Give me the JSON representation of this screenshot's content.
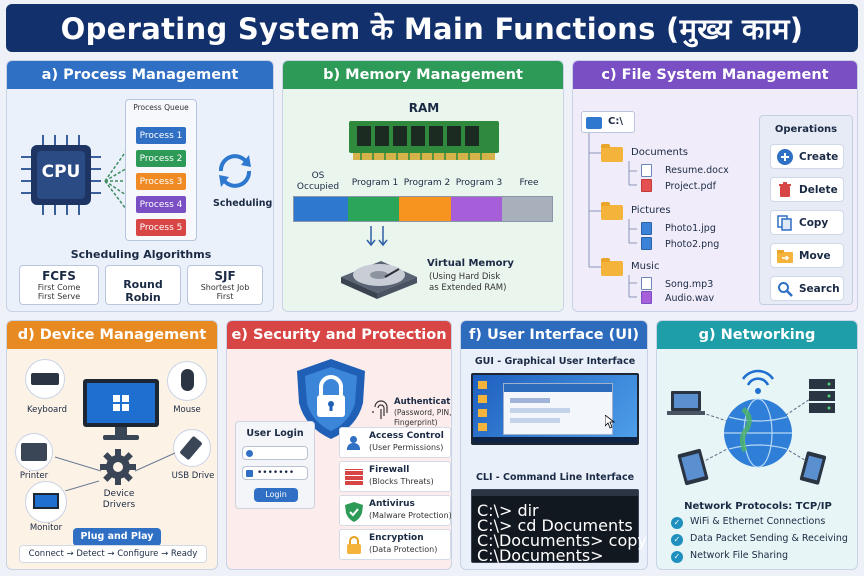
{
  "title": "Operating System के Main Functions (मुख्य काम)",
  "colors": {
    "banner": "#12306b",
    "process": "#2f6fc4",
    "memory": "#2e9a58",
    "filesystem": "#7a4fc4",
    "device": "#e88a22",
    "security": "#d74545",
    "ui": "#2d6bbd",
    "network": "#1e9ea8"
  },
  "process": {
    "title": "a) Process Management",
    "cpu": "CPU",
    "queue_label": "Process Queue",
    "queue": [
      "Process 1",
      "Process 2",
      "Process 3",
      "Process 4",
      "Process 5"
    ],
    "queue_colors": [
      "#2f6fc4",
      "#2e9a58",
      "#f08a24",
      "#7a4fc4",
      "#d74545"
    ],
    "scheduling": "Scheduling",
    "algos_title": "Scheduling Algorithms",
    "algos": [
      {
        "name": "FCFS",
        "desc1": "First Come",
        "desc2": "First Serve"
      },
      {
        "name": "Round Robin",
        "desc1": "",
        "desc2": ""
      },
      {
        "name": "SJF",
        "desc1": "Shortest Job",
        "desc2": "First"
      }
    ]
  },
  "memory": {
    "title": "b) Memory Management",
    "ram": "RAM",
    "os_label": "OS Occupied",
    "segments": [
      {
        "label": "Program 1",
        "color": "#2ba55a"
      },
      {
        "label": "Program 2",
        "color": "#f79420"
      },
      {
        "label": "Program 3",
        "color": "#a65fd8"
      },
      {
        "label": "Free",
        "color": "#a8b0bb"
      }
    ],
    "os_color": "#2f78d0",
    "vm_title": "Virtual Memory",
    "vm_sub1": "(Using Hard Disk",
    "vm_sub2": "as Extended RAM)"
  },
  "filesystem": {
    "title": "c) File System Management",
    "root": "C:\\",
    "folders": [
      {
        "name": "Documents",
        "files": [
          "Resume.docx",
          "Project.pdf"
        ]
      },
      {
        "name": "Pictures",
        "files": [
          "Photo1.jpg",
          "Photo2.png"
        ]
      },
      {
        "name": "Music",
        "files": [
          "Song.mp3",
          "Audio.wav"
        ]
      }
    ],
    "ops_title": "Operations",
    "ops": [
      "Create",
      "Delete",
      "Copy",
      "Move",
      "Search"
    ]
  },
  "device": {
    "title": "d) Device Management",
    "keyboard": "Keyboard",
    "mouse": "Mouse",
    "printer": "Printer",
    "usb": "USB Drive",
    "monitor": "Monitor",
    "drivers1": "Device",
    "drivers2": "Drivers",
    "pnp": "Plug and Play",
    "pnp_steps": "Connect → Detect → Configure → Ready"
  },
  "security": {
    "title": "e) Security and Protection",
    "login_title": "User Login",
    "login_pwd": "•••••••",
    "login_btn": "Login",
    "auth": "Authentication",
    "auth_sub1": "(Password, PIN,",
    "auth_sub2": "Fingerprint)",
    "items": [
      {
        "label": "Access Control",
        "sub": "(User Permissions)"
      },
      {
        "label": "Firewall",
        "sub": "(Blocks Threats)"
      },
      {
        "label": "Antivirus",
        "sub": "(Malware Protection)"
      },
      {
        "label": "Encryption",
        "sub": "(Data Protection)"
      }
    ]
  },
  "ui": {
    "title": "f) User Interface (UI)",
    "gui": "GUI - Graphical User Interface",
    "cli": "CLI - Command Line Interface",
    "cli_lines": [
      "C:\\> dir",
      "C:\\> cd Documents",
      "C:\\Documents> copy file.txt",
      "C:\\Documents>"
    ]
  },
  "network": {
    "title": "g) Networking",
    "protocols": "Network Protocols: TCP/IP",
    "items": [
      "WiFi & Ethernet Connections",
      "Data Packet Sending & Receiving",
      "Network File Sharing"
    ]
  }
}
